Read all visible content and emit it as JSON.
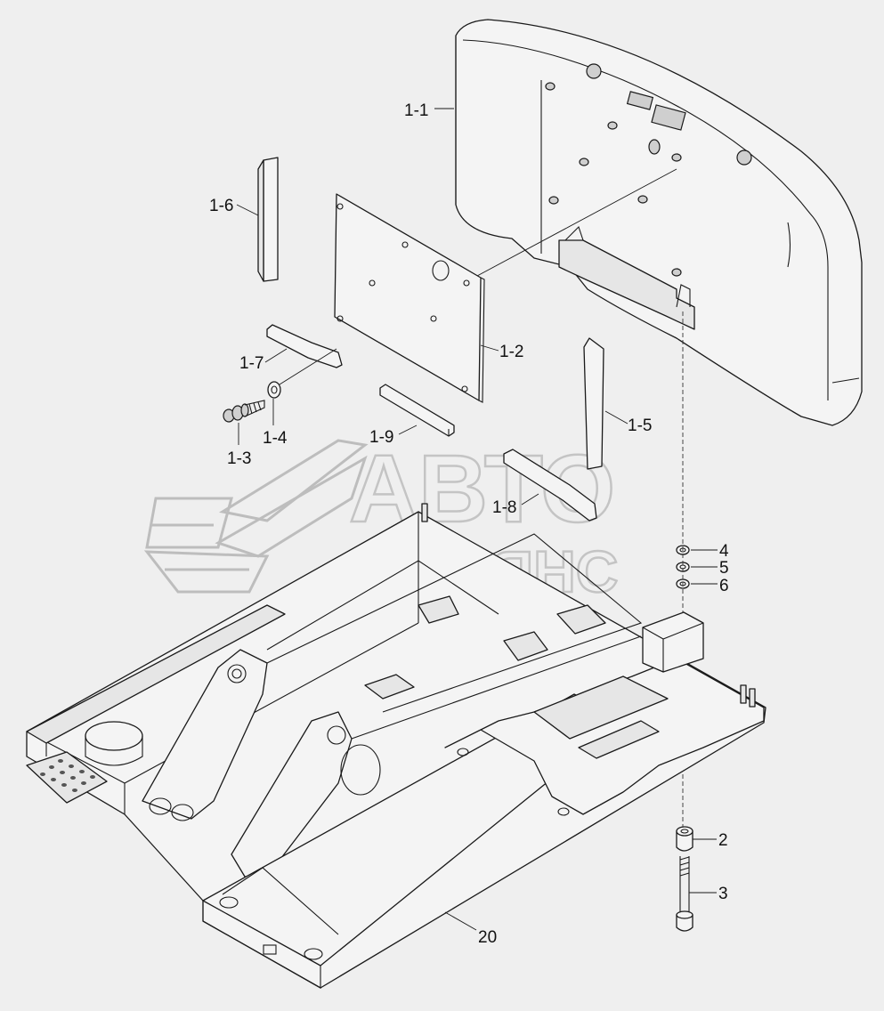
{
  "labels": {
    "part_1_1": "1-1",
    "part_1_2": "1-2",
    "part_1_3": "1-3",
    "part_1_4": "1-4",
    "part_1_5": "1-5",
    "part_1_6": "1-6",
    "part_1_7": "1-7",
    "part_1_8": "1-8",
    "part_1_9": "1-9",
    "part_2": "2",
    "part_3": "3",
    "part_4": "4",
    "part_5": "5",
    "part_6": "6",
    "part_20": "20"
  },
  "watermark": {
    "line1": "АВТО",
    "line2": "АЛЬЯНС"
  },
  "colors": {
    "background": "#efefef",
    "line": "#1a1a1a",
    "part_fill": "#f4f4f4",
    "watermark": "#c4c4c4"
  }
}
